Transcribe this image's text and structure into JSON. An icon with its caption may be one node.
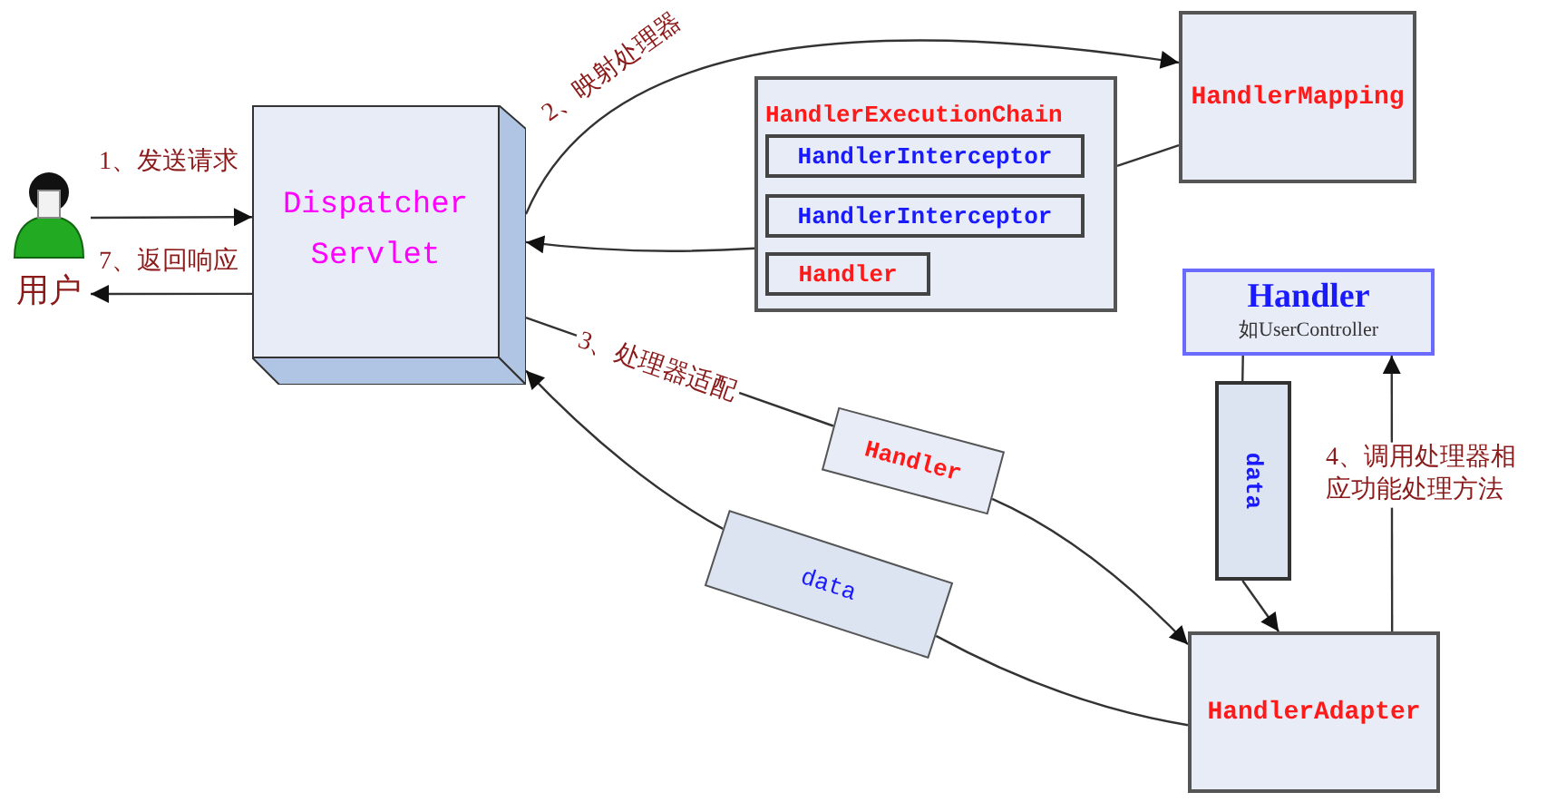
{
  "diagram": {
    "nodes": [
      {
        "text": [
          "用户"
        ]
      },
      {
        "text": [
          "Dispatcher Servlet"
        ]
      },
      {
        "text": [
          "HandlerMapping"
        ]
      },
      {
        "text": [
          "HandlerExecutionChain"
        ]
      },
      {
        "text": [
          "HandlerInterceptor"
        ],
        "in": 3
      },
      {
        "text": [
          "HandlerInterceptor"
        ],
        "in": 3
      },
      {
        "text": [
          "Handler"
        ],
        "in": 3
      },
      {
        "text": [
          "Handler",
          "如UserController"
        ]
      },
      {
        "text": [
          "Handler"
        ]
      },
      {
        "text": [
          "data"
        ]
      },
      {
        "text": [
          "data"
        ]
      },
      {
        "text": [
          "HandlerAdapter"
        ]
      }
    ],
    "edges": [
      {
        "from": 0,
        "to": 1,
        "arrow": "to",
        "label": "1、发送请求"
      },
      {
        "from": 1,
        "to": 0,
        "arrow": "to",
        "label": "7、返回响应"
      },
      {
        "from": 1,
        "to": 2,
        "arrow": "to",
        "label": "2、映射处理器"
      },
      {
        "from": 2,
        "to": 3,
        "arrow": "none"
      },
      {
        "from": 3,
        "to": 1,
        "arrow": "to"
      },
      {
        "from": 1,
        "to": 8,
        "arrow": "none",
        "label": "3、处理器适配"
      },
      {
        "from": 8,
        "to": 11,
        "arrow": "to"
      },
      {
        "from": 11,
        "to": 9,
        "arrow": "none"
      },
      {
        "from": 9,
        "to": 1,
        "arrow": "to"
      },
      {
        "from": 7,
        "to": 10,
        "arrow": "none"
      },
      {
        "from": 10,
        "to": 11,
        "arrow": "to"
      },
      {
        "from": 11,
        "to": 7,
        "arrow": "to",
        "label": "4、调用处理器相应功能处理方法"
      }
    ]
  }
}
